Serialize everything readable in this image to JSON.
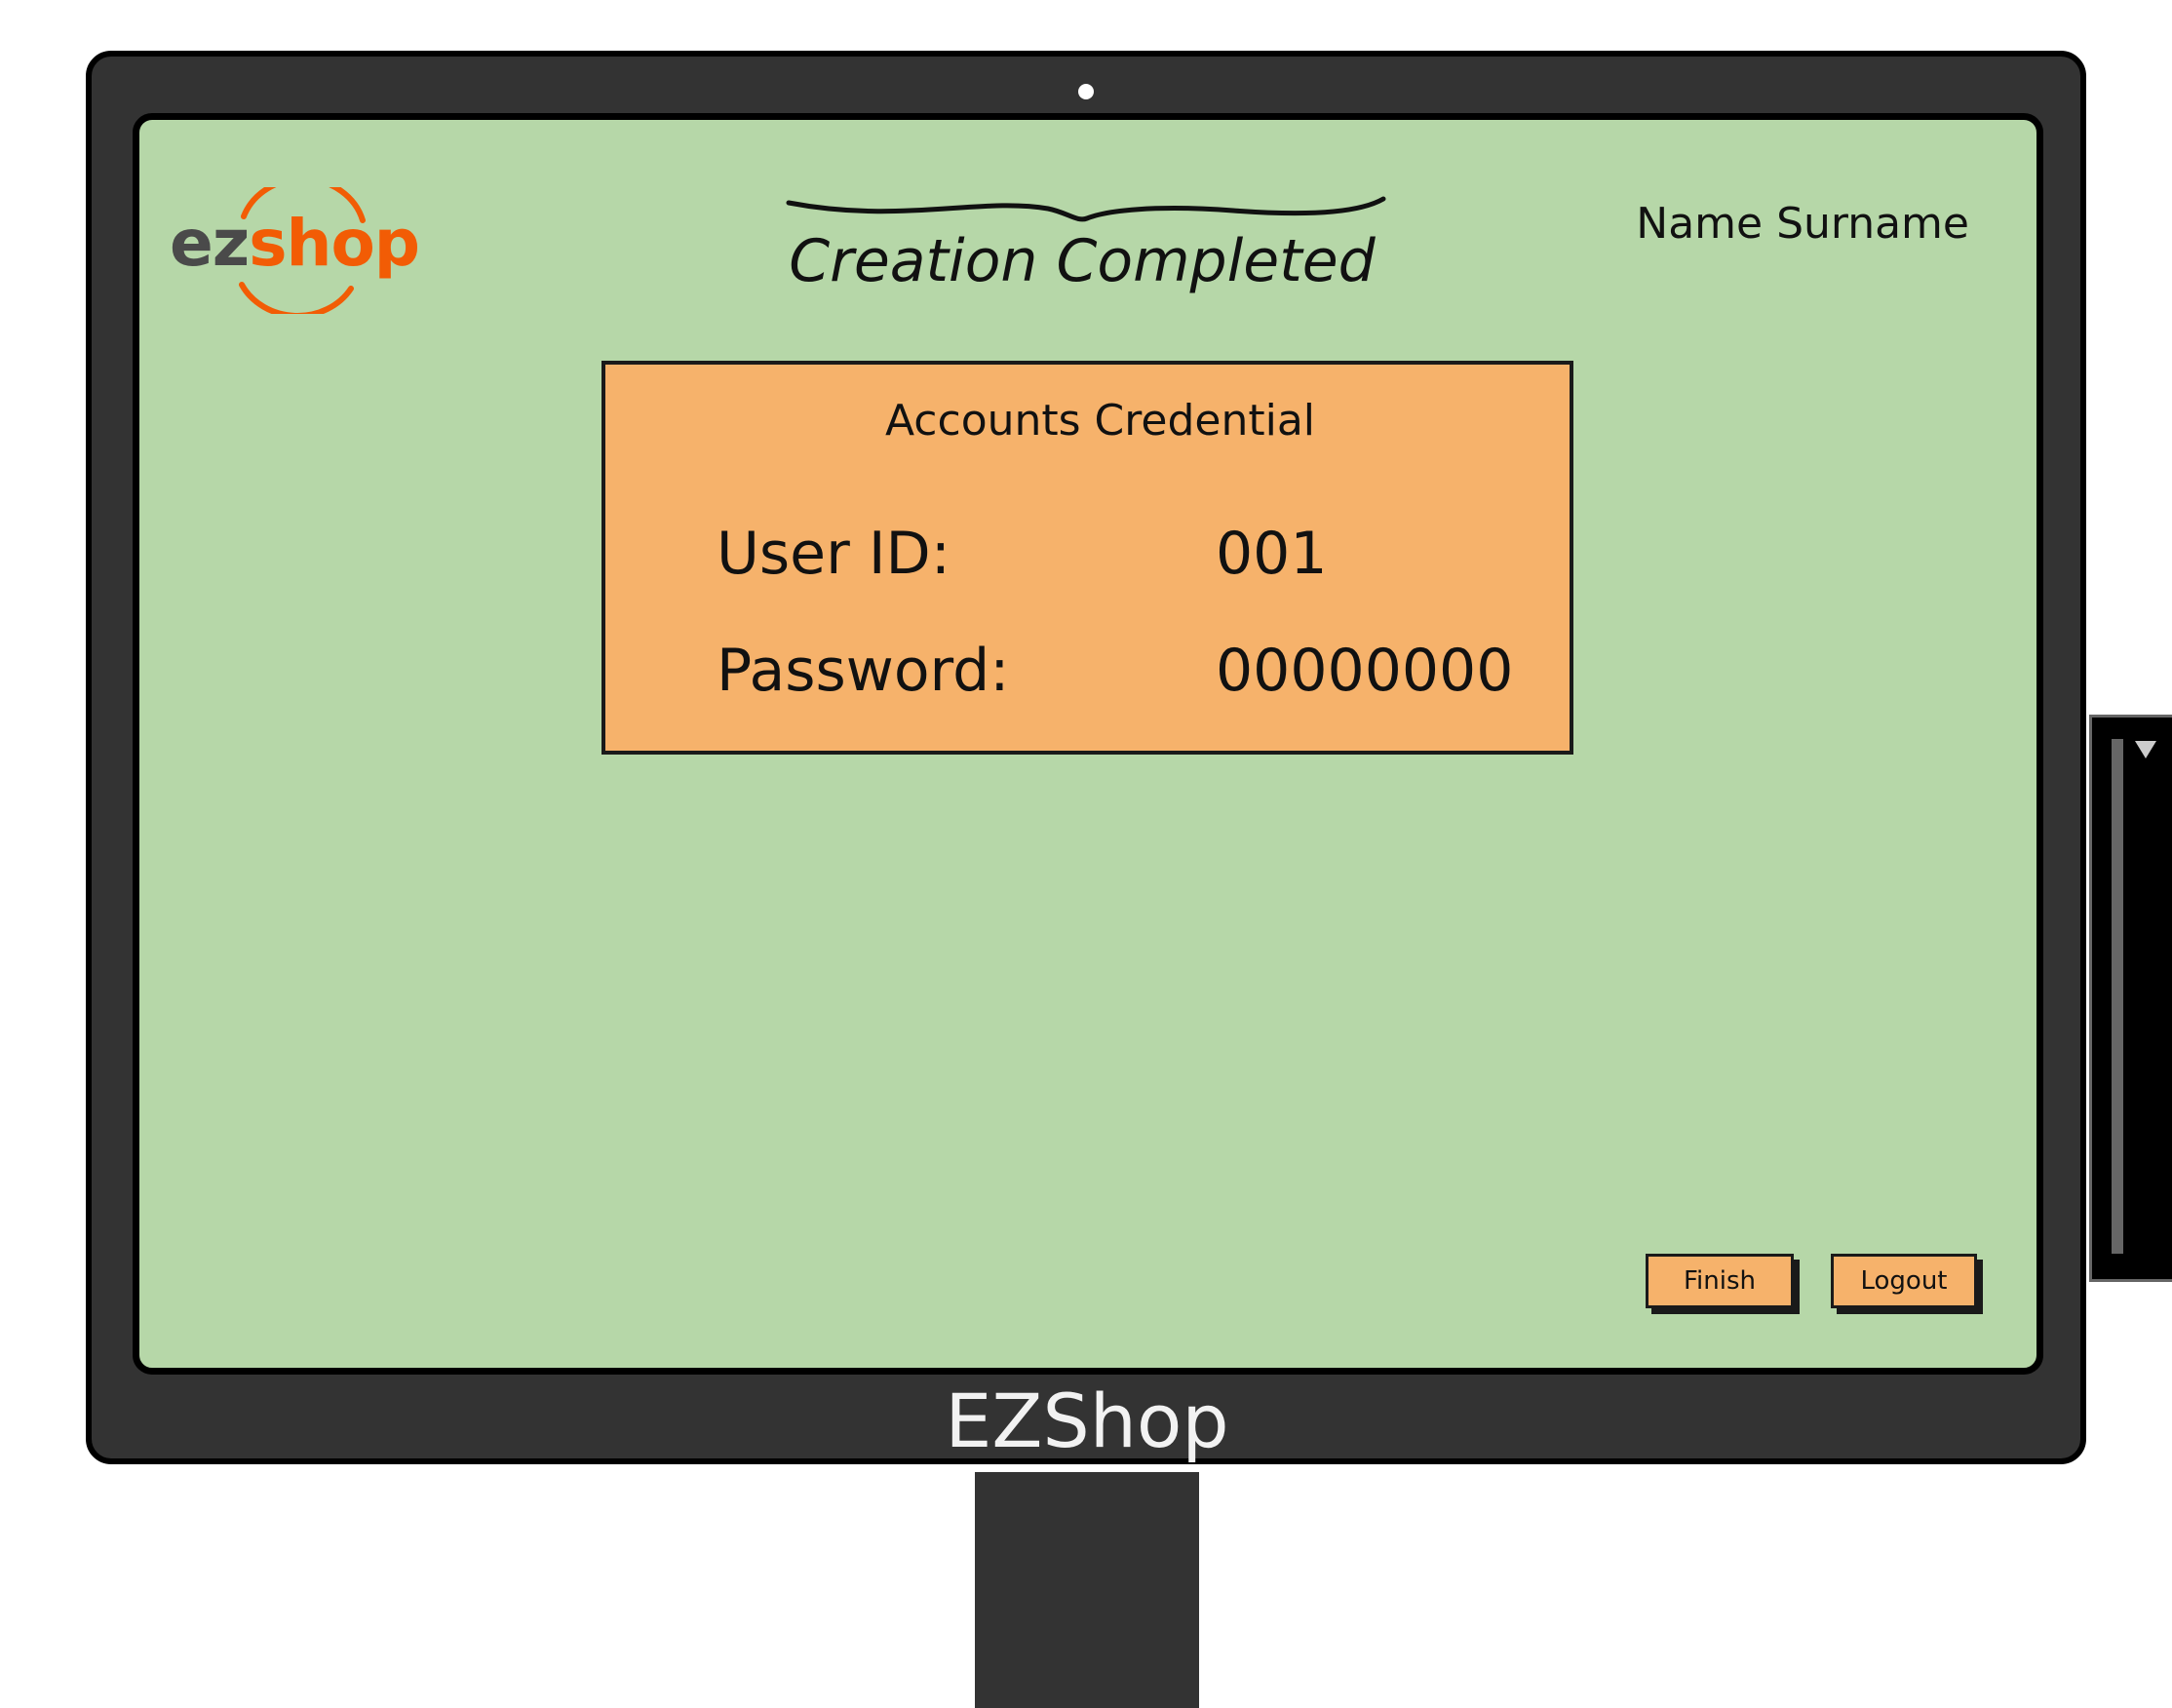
{
  "app": {
    "logo_ez": "ez",
    "logo_shop": "shop",
    "footer_brand": "EZShop",
    "brand_color": "#f25c05"
  },
  "header": {
    "title": "Creation Completed",
    "user_name": "Name Surname"
  },
  "credentials": {
    "title": "Accounts Credential",
    "user_id_label": "User ID:",
    "user_id_value": "001",
    "password_label": "Password:",
    "password_value": "00000000"
  },
  "actions": {
    "finish_label": "Finish",
    "logout_label": "Logout"
  },
  "colors": {
    "screen_bg": "#b6d7a8",
    "card_bg": "#f6b26b",
    "bezel": "#333333"
  }
}
